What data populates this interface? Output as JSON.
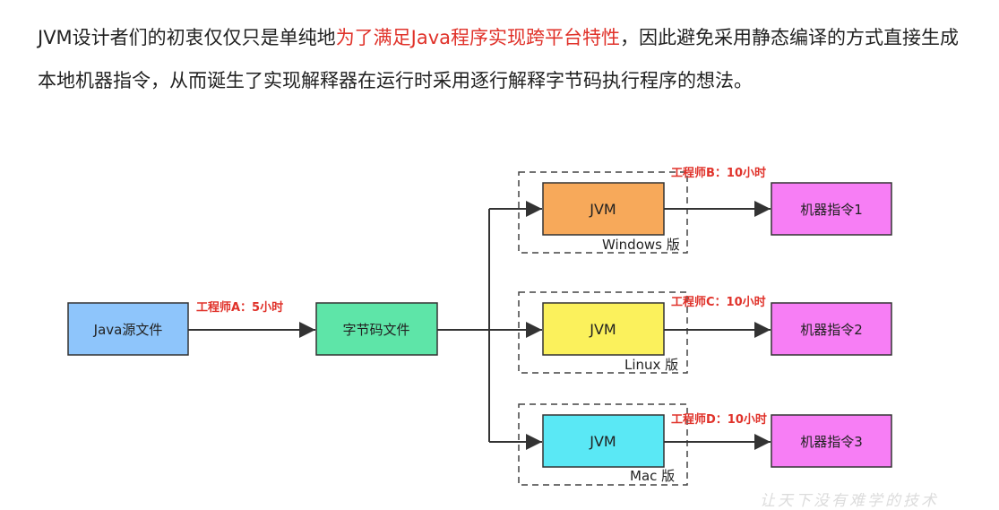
{
  "paragraph": {
    "part1": "JVM设计者们的初衷仅仅只是单纯地",
    "highlight": "为了满足Java程序实现跨平台特性",
    "part2": "，因此避免采用静态编译的方式直接生成本地机器指令，从而诞生了实现解释器在运行时采用逐行解释字节码执行程序的想法。"
  },
  "diagram": {
    "source": "Java源文件",
    "bytecode": "字节码文件",
    "engineer_a": "工程师A：5小时",
    "branches": [
      {
        "jvm": "JVM",
        "version": "Windows 版",
        "engineer": "工程师B：10小时",
        "machine": "机器指令1",
        "jvm_color": "#f7a95a"
      },
      {
        "jvm": "JVM",
        "version": "Linux 版",
        "engineer": "工程师C：10小时",
        "machine": "机器指令2",
        "jvm_color": "#fbf15c"
      },
      {
        "jvm": "JVM",
        "version": "Mac 版",
        "engineer": "工程师D：10小时",
        "machine": "机器指令3",
        "jvm_color": "#5ae8f5"
      }
    ]
  },
  "colors": {
    "source_fill": "#8ec5fb",
    "bytecode_fill": "#5ee5a8",
    "machine_fill": "#f77ef5",
    "red_text": "#e0322a"
  },
  "watermark": "让天下没有难学的技术"
}
